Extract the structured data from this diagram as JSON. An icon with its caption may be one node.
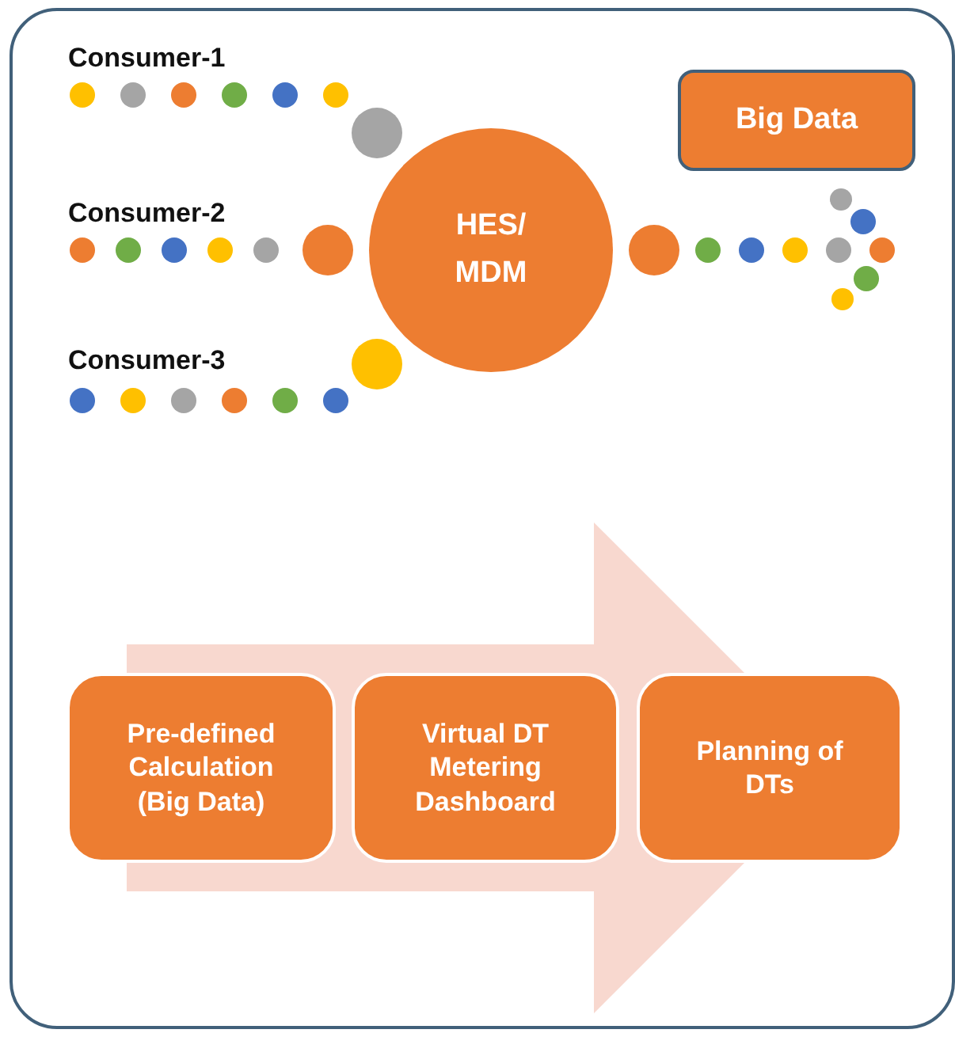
{
  "diagram": {
    "nodes": [
      {
        "text": [
          "Consumer-1"
        ]
      },
      {
        "text": [
          "Consumer-2"
        ]
      },
      {
        "text": [
          "Consumer-3"
        ]
      },
      {
        "text": [
          "HES/ MDM"
        ]
      },
      {
        "text": [
          "Big Data"
        ]
      },
      {
        "text": [
          "Pre-defined Calculation (Big Data)"
        ]
      },
      {
        "text": [
          "Virtual DT Metering Dashboard"
        ]
      },
      {
        "text": [
          "Planning of DTs"
        ]
      }
    ],
    "edges": [
      {
        "from": 5,
        "to": 7,
        "arrow": "to"
      }
    ]
  }
}
